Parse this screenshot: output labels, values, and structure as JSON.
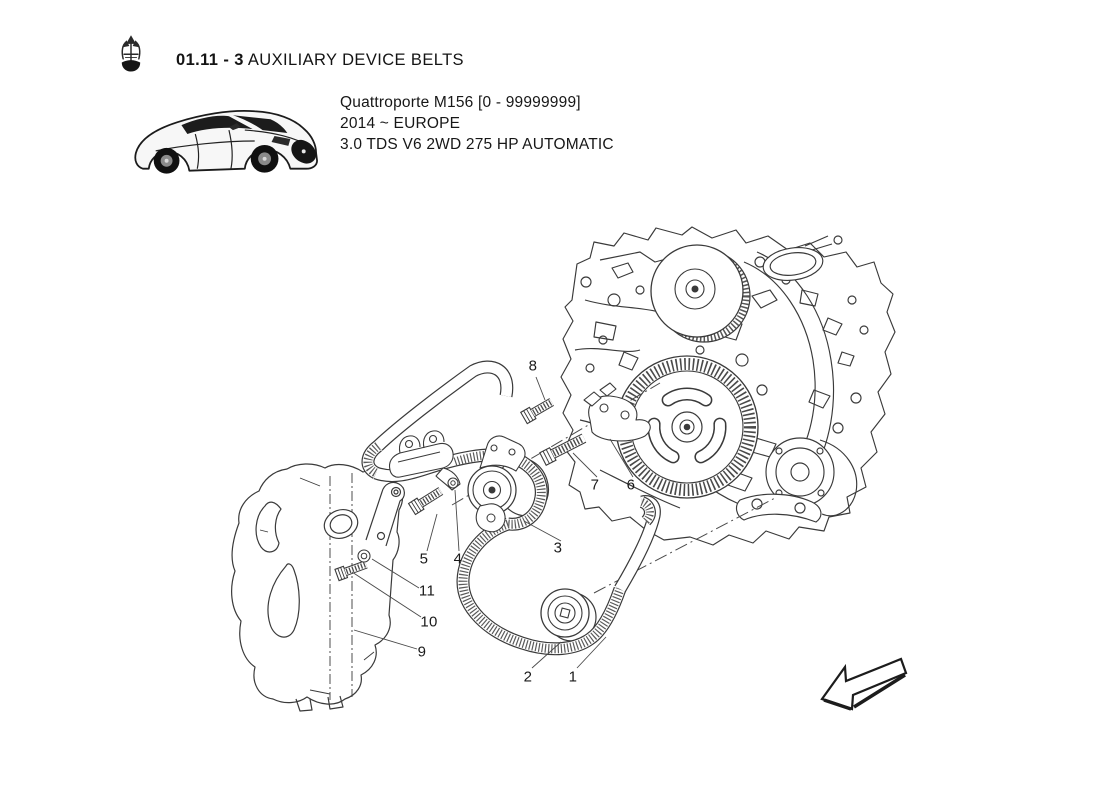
{
  "header": {
    "logo_icon": "maserati-trident-logo",
    "section_code": "01.11 - 3",
    "section_title": "AUXILIARY DEVICE BELTS"
  },
  "vehicle": {
    "thumbnail_icon": "quattroporte-car-photo",
    "model_line": "Quattroporte M156 [0 - 99999999]",
    "market_line": "2014 ~ EUROPE",
    "engine_line": "3.0 TDS V6 2WD 275 HP AUTOMATIC"
  },
  "diagram": {
    "type": "exploded-parts-diagram",
    "subject": "auxiliary device belts",
    "direction_arrow_icon": "arrow-pointing-down-left",
    "line_color": "#3a3a3a",
    "callouts": [
      {
        "label": "1"
      },
      {
        "label": "2"
      },
      {
        "label": "3"
      },
      {
        "label": "4"
      },
      {
        "label": "5"
      },
      {
        "label": "6"
      },
      {
        "label": "7"
      },
      {
        "label": "8"
      },
      {
        "label": "9"
      },
      {
        "label": "10"
      },
      {
        "label": "11"
      }
    ]
  }
}
